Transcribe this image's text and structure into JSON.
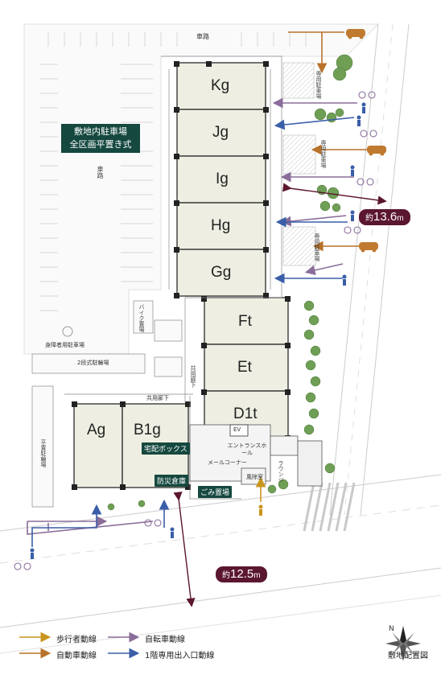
{
  "colors": {
    "pedestrian": "#c9951c",
    "bicycle": "#8a6d9a",
    "car": "#b8722a",
    "entrance": "#3a5ea8",
    "dimension": "#5b1630",
    "tag_bg": "#15483f",
    "building_fill": "#eeefe2"
  },
  "road_top_label": "車路",
  "road_mid_label": "車路",
  "banner": {
    "line1": "敷地内駐車場",
    "line2": "全区画平置き式"
  },
  "buildings": [
    "Kg",
    "Jg",
    "Ig",
    "Hg",
    "Gg",
    "Ft",
    "Et",
    "D1t",
    "Ag",
    "B1g"
  ],
  "labels": {
    "parking_exclusive_1": "専用駐車場",
    "parking_exclusive_2": "専用駐車場",
    "parking_exclusive_3": "専用駐車場",
    "bike_parking": "バイク置場",
    "disabled_parking": "身障者用駐車場",
    "two_tier_bike": "2段式駐輪場",
    "flat_bike": "平置駐輪場",
    "common_corridor_1": "共用廊下",
    "common_corridor_2": "共用廊下",
    "ev": "EV",
    "entrance_hall": "エントランスホール",
    "mail_corner": "メールコーナー",
    "manager_room": "風除室",
    "lounge": "ラウンジ"
  },
  "tags": {
    "delivery_box": "宅配ボックス",
    "disaster_storage": "防災倉庫",
    "garbage": "ごみ置場"
  },
  "dimensions": {
    "right": {
      "prefix": "約",
      "value": "13.6",
      "unit": "m"
    },
    "bottom": {
      "prefix": "約",
      "value": "12.5",
      "unit": "m"
    }
  },
  "legend": {
    "pedestrian": "歩行者動線",
    "bicycle": "自転車動線",
    "car": "自動車動線",
    "entrance": "1階専用出入口動線"
  },
  "compass": {
    "north": "N",
    "caption": "敷地配置図"
  }
}
